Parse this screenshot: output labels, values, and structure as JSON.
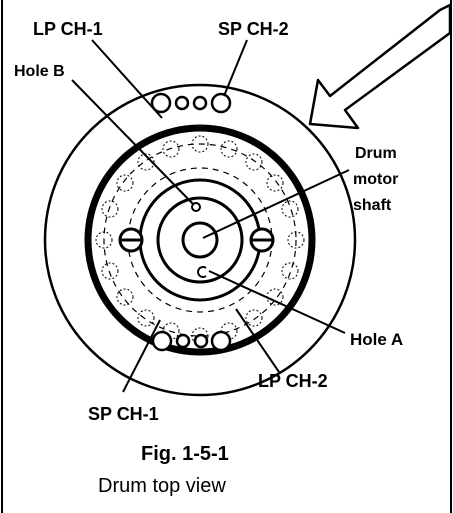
{
  "labels": {
    "lp_ch1": "LP CH-1",
    "sp_ch2": "SP CH-2",
    "hole_b": "Hole B",
    "drum_line1": "Drum",
    "drum_line2": "motor",
    "drum_line3": "shaft",
    "hole_a": "Hole A",
    "lp_ch2": "LP CH-2",
    "sp_ch1": "SP CH-1"
  },
  "caption": {
    "number": "Fig. 1-5-1",
    "title": "Drum top view"
  }
}
